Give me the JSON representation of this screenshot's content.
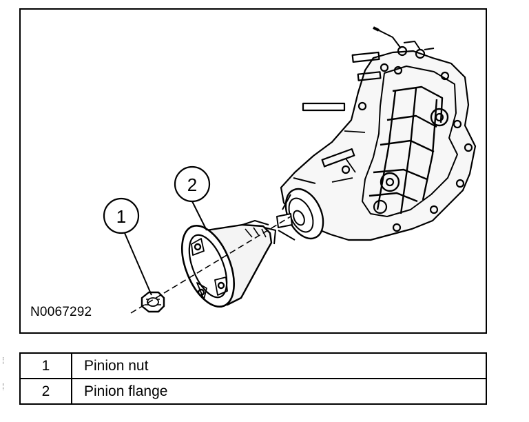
{
  "figure": {
    "figure_id": "N0067292",
    "callouts": [
      {
        "number": "1"
      },
      {
        "number": "2"
      }
    ]
  },
  "legend": {
    "rows": [
      {
        "number": "1",
        "description": "Pinion nut"
      },
      {
        "number": "2",
        "description": "Pinion flange"
      }
    ]
  }
}
